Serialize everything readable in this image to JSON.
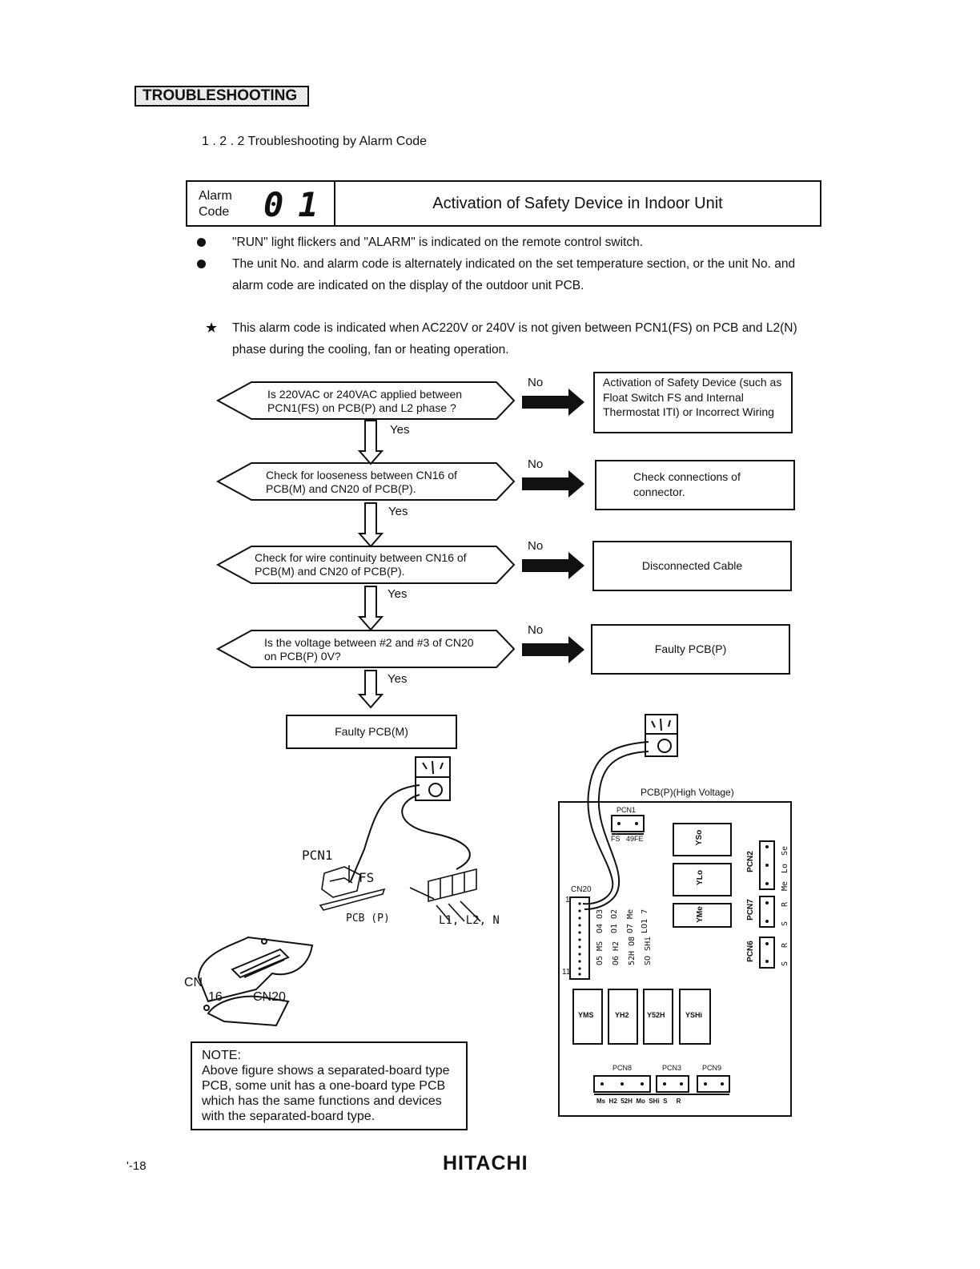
{
  "header": {
    "tab": "TROUBLESHOOTING",
    "section": "1 . 2 . 2  Troubleshooting by Alarm Code"
  },
  "alarm": {
    "label_line1": "Alarm",
    "label_line2": "Code",
    "code": "01",
    "title": "Activation of Safety Device in Indoor Unit"
  },
  "bullets": [
    "\"RUN\" light flickers and \"ALARM\" is indicated on the remote control switch.",
    "The unit No. and alarm code is alternately indicated on the set temperature section, or the unit No. and alarm code are indicated on the display of the outdoor unit PCB."
  ],
  "star_note": "This alarm code is indicated when AC220V or 240V is not given between PCN1(FS) on PCB and L2(N) phase during the  cooling, fan or heating operation.",
  "flow": {
    "no_label": "No",
    "yes_label": "Yes",
    "steps": [
      {
        "question": "Is 220VAC or 240VAC applied between PCN1(FS) on PCB(P) and L2 phase ?",
        "result": "Activation of Safety Device (such as Float Switch FS and Internal Thermostat ITI) or Incorrect Wiring"
      },
      {
        "question": "Check for looseness between CN16 of PCB(M) and CN20 of PCB(P).",
        "result": "Check connections of connector."
      },
      {
        "question": "Check for wire continuity between CN16 of PCB(M) and CN20 of PCB(P).",
        "result": "Disconnected Cable"
      },
      {
        "question": "Is the voltage between #2 and #3 of CN20 on PCB(P)  0V?",
        "result": "Faulty PCB(P)"
      }
    ],
    "final": "Faulty PCB(M)"
  },
  "figure_left": {
    "pcn": "PCN1",
    "fs": "FS",
    "pcb": "PCB (P)",
    "terminals": "L1, L2, N",
    "cn16_a": "CN",
    "cn16_b": "16",
    "cn20": "CN20"
  },
  "figure_right": {
    "title": "PCB(P)(High Voltage)",
    "pcn1": "PCN1",
    "pcn1_pins": "FS   49FE",
    "cn20": "CN20",
    "pin1": "1",
    "pin11": "11",
    "relays_v": [
      "YSo",
      "YLo",
      "YMe"
    ],
    "relays_h": [
      "YMS",
      "YH2",
      "Y52H",
      "YSHi"
    ],
    "pcn_right": [
      "PCN2",
      "PCN7",
      "PCN6"
    ],
    "pcn_bottom": [
      "PCN8",
      "PCN3",
      "PCN9"
    ],
    "bottom_pins": "Ms  H2  52H  Mo  SHi  S     R"
  },
  "note": {
    "heading": "NOTE:",
    "text": "Above figure shows a separated-board type PCB, some unit has a one-board type PCB which has the same functions and devices with the separated-board type."
  },
  "footer": {
    "page": "'-18",
    "brand": "HITACHI"
  }
}
